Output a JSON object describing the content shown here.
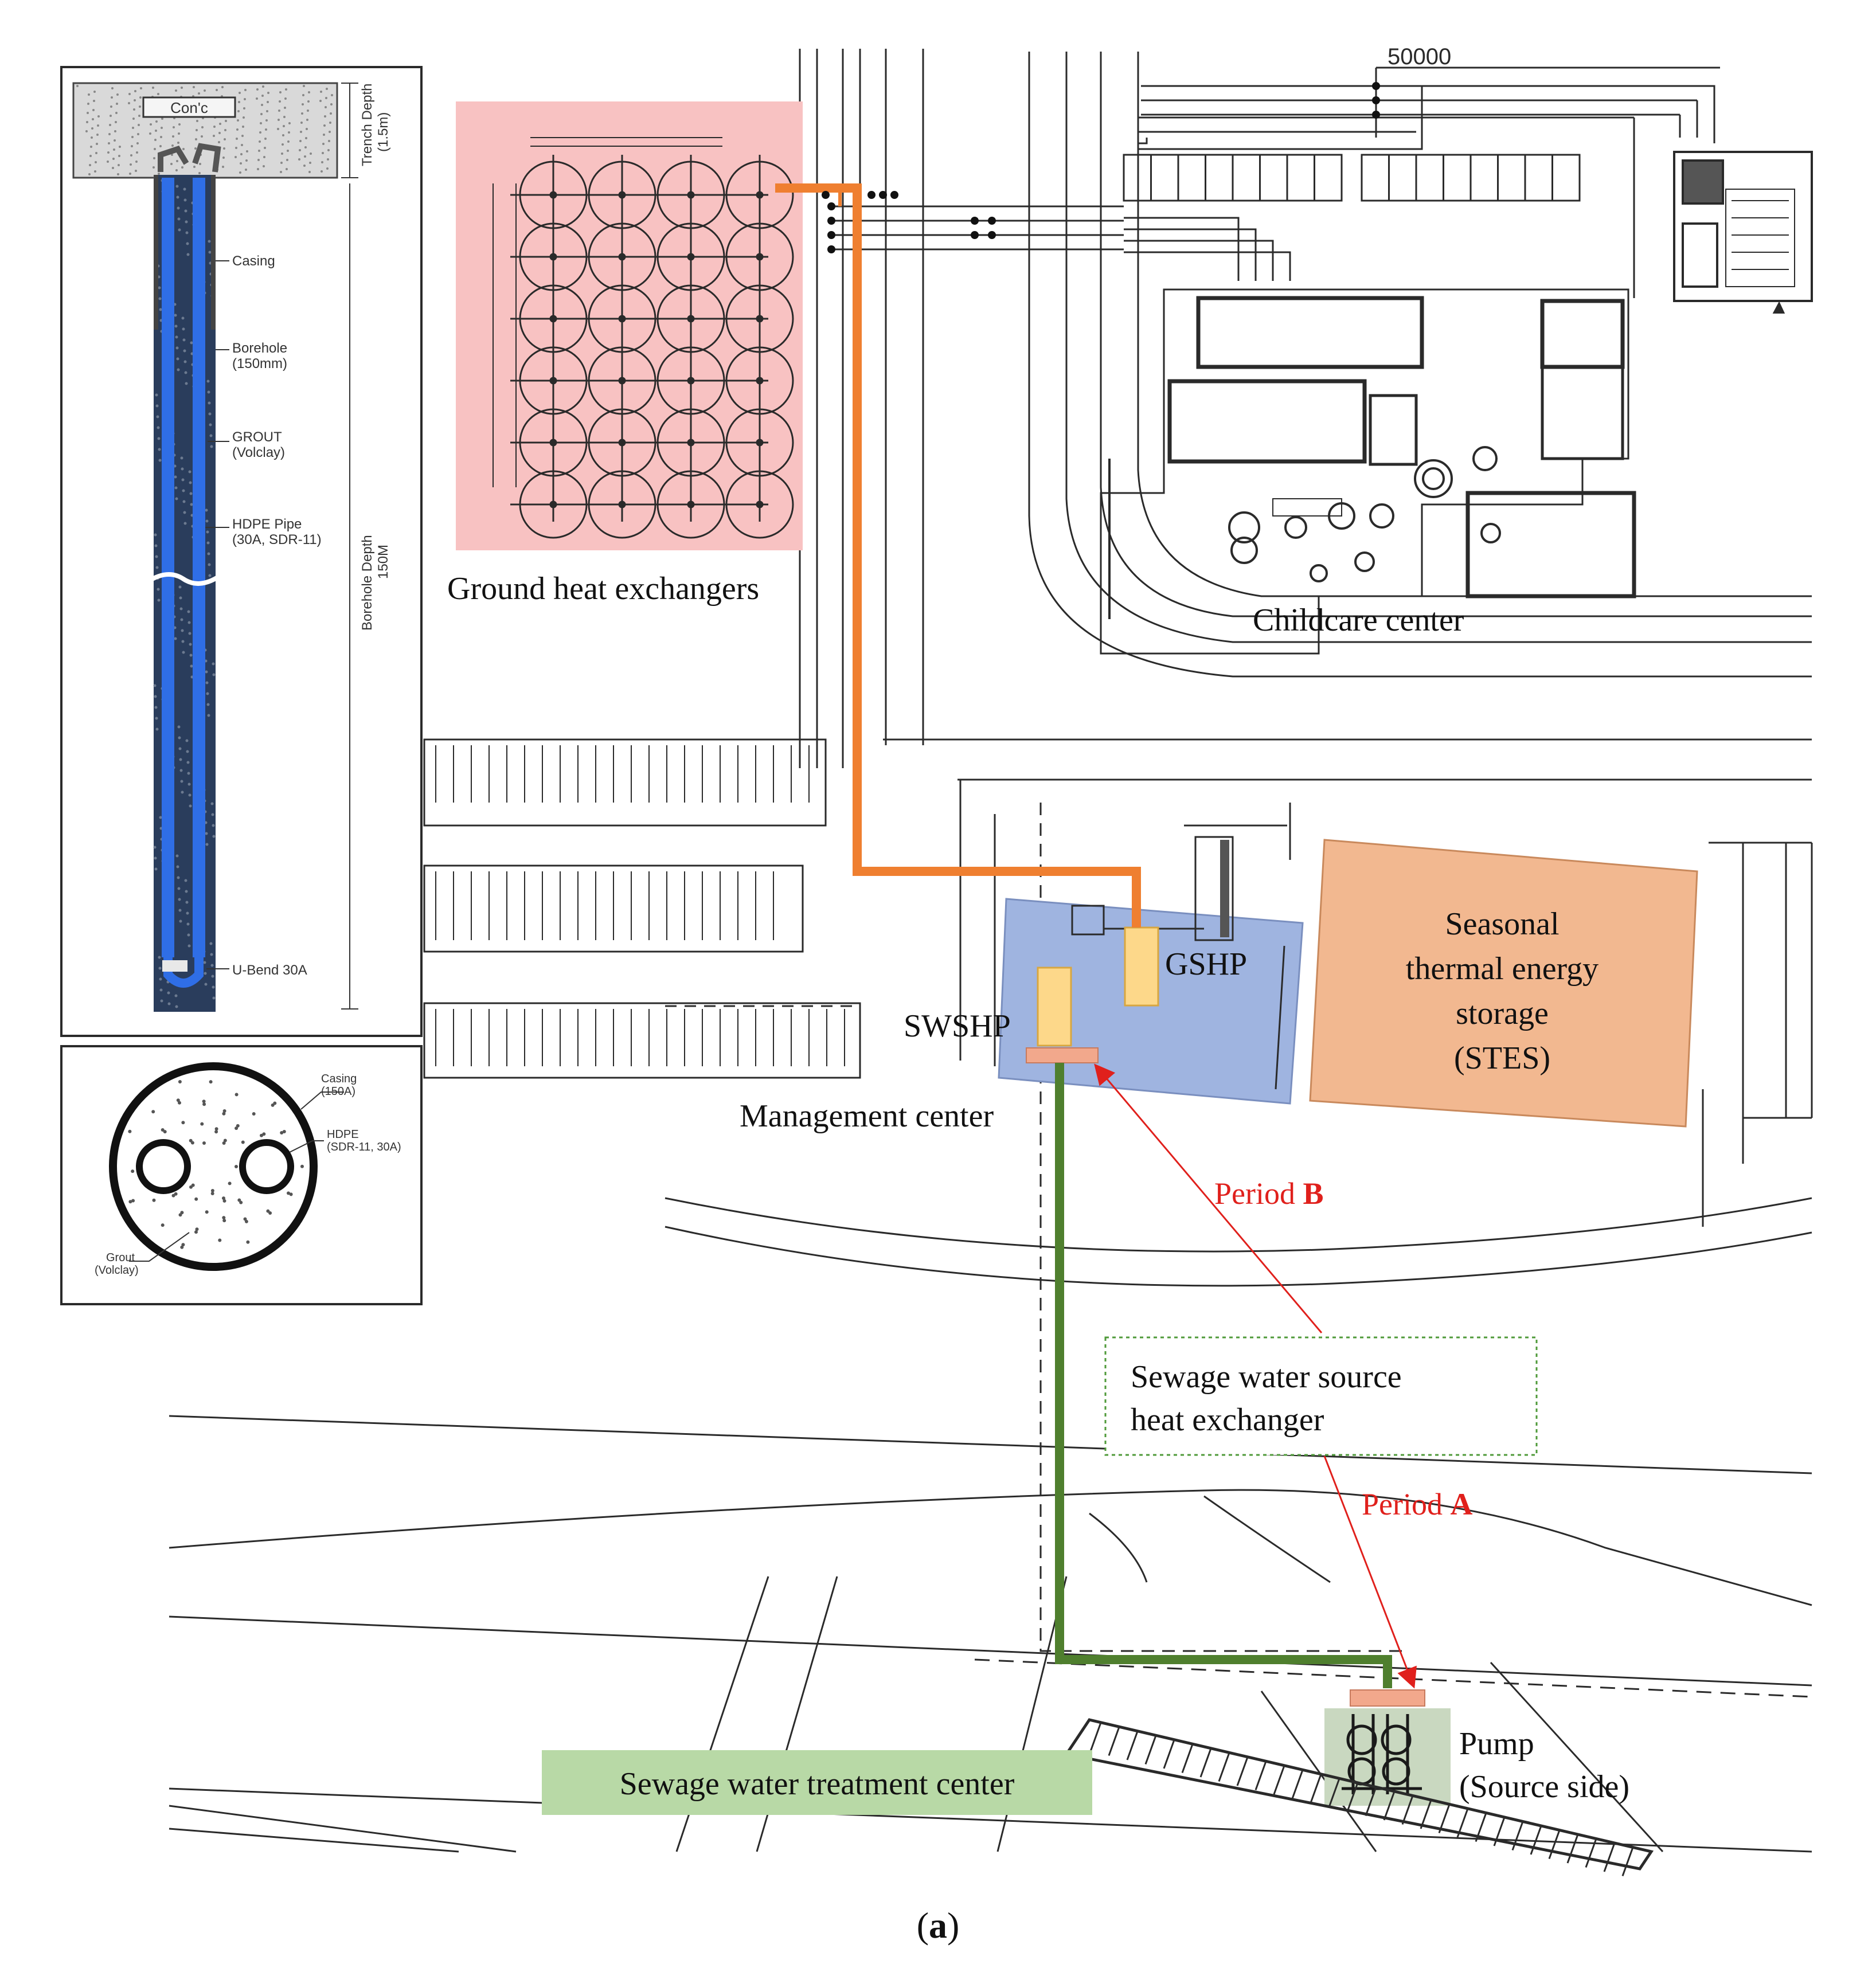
{
  "figure": {
    "caption_open": "(",
    "caption_letter": "a",
    "caption_close": ")"
  },
  "dimension": {
    "top_width": "50000"
  },
  "borehole": {
    "cap_label": "Con'c",
    "trench_depth": "Trench Depth",
    "trench_depth_value": "(1.5m)",
    "casing": "Casing",
    "borehole": "Borehole",
    "borehole_size": "(150mm)",
    "grout": "GROUT",
    "grout_type": "(Volclay)",
    "hdpe_pipe": "HDPE Pipe",
    "hdpe_spec": "(30A, SDR-11)",
    "borehole_depth": "Borehole Depth",
    "borehole_depth_value": "150M",
    "u_bend": "U-Bend 30A"
  },
  "cross_section": {
    "casing": "Casing",
    "casing_size": "(150A)",
    "hdpe": "HDPE",
    "hdpe_spec": "(SDR-11, 30A)",
    "grout": "Grout",
    "grout_type": "(Volclay)"
  },
  "labels": {
    "ground_hx": "Ground heat exchangers",
    "childcare": "Childcare center",
    "gshp": "GSHP",
    "swshp": "SWSHP",
    "management": "Management center",
    "stes_1": "Seasonal",
    "stes_2": "thermal energy",
    "stes_3": "storage",
    "stes_4": "(STES)",
    "period_word": "Period",
    "period_b": "B",
    "period_a": "A",
    "sewage_hx_1": "Sewage water source",
    "sewage_hx_2": "heat exchanger",
    "pump": "Pump",
    "pump_side": "(Source side)",
    "treatment": "Sewage water treatment center"
  },
  "colors": {
    "ground_hx_fill": "#f8c2c2",
    "management_fill": "#9fb4e0",
    "stes_fill": "#f2b890",
    "unit_fill": "#fdd88a",
    "hx_bar_fill": "#f2a88c",
    "treatment_fill": "#b8d9a6",
    "pump_fill": "#c9d8c0",
    "orange_pipe": "#ef7f30",
    "green_pipe": "#4f7f2e",
    "period_red": "#e0201c",
    "borehole_blue": "#2f6ee6",
    "dotted_box": "#4f9a3a"
  }
}
